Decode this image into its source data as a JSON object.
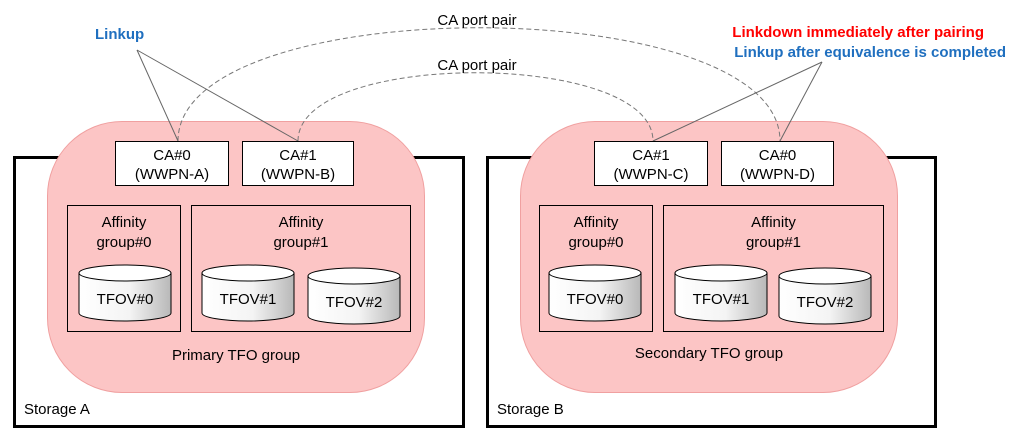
{
  "colors": {
    "group_fill": "#fcc5c5",
    "linkup": "#1f6fbf",
    "linkdown": "#ff0000"
  },
  "annotations": {
    "linkup": "Linkup",
    "linkdown": "Linkdown immediately after pairing",
    "linkup_after": "Linkup after equivalence is completed"
  },
  "port_pairs": [
    "CA port pair",
    "CA port pair"
  ],
  "storage_a": {
    "label": "Storage A",
    "group_label": "Primary TFO group",
    "ca": [
      {
        "name": "CA#0",
        "wwpn": "(WWPN-A)"
      },
      {
        "name": "CA#1",
        "wwpn": "(WWPN-B)"
      }
    ],
    "affinity": [
      {
        "title": "Affinity",
        "subtitle": "group#0",
        "volumes": [
          "TFOV#0"
        ]
      },
      {
        "title": "Affinity",
        "subtitle": "group#1",
        "volumes": [
          "TFOV#1",
          "TFOV#2"
        ]
      }
    ]
  },
  "storage_b": {
    "label": "Storage B",
    "group_label": "Secondary TFO group",
    "ca": [
      {
        "name": "CA#1",
        "wwpn": "(WWPN-C)"
      },
      {
        "name": "CA#0",
        "wwpn": "(WWPN-D)"
      }
    ],
    "affinity": [
      {
        "title": "Affinity",
        "subtitle": "group#0",
        "volumes": [
          "TFOV#0"
        ]
      },
      {
        "title": "Affinity",
        "subtitle": "group#1",
        "volumes": [
          "TFOV#1",
          "TFOV#2"
        ]
      }
    ]
  }
}
